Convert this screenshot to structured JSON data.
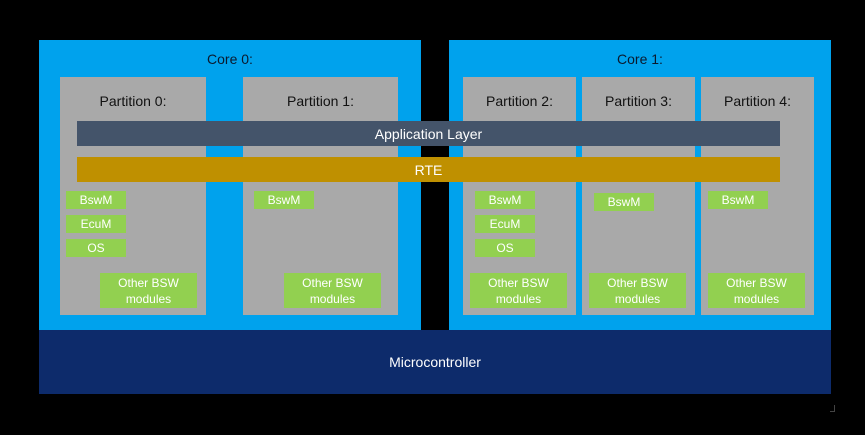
{
  "diagram": {
    "cores": [
      {
        "title": "Core 0:"
      },
      {
        "title": "Core 1:"
      }
    ],
    "partitions": [
      {
        "title": "Partition 0:",
        "modules": [
          "BswM",
          "EcuM",
          "OS"
        ],
        "other": "Other BSW modules"
      },
      {
        "title": "Partition 1:",
        "modules": [
          "BswM"
        ],
        "other": "Other BSW modules"
      },
      {
        "title": "Partition 2:",
        "modules": [
          "BswM",
          "EcuM",
          "OS"
        ],
        "other": "Other BSW modules"
      },
      {
        "title": "Partition 3:",
        "modules": [
          "BswM"
        ],
        "other": "Other BSW modules"
      },
      {
        "title": "Partition 4:",
        "modules": [
          "BswM"
        ],
        "other": "Other BSW modules"
      }
    ],
    "application_layer": "Application Layer",
    "rte": "RTE",
    "microcontroller": "Microcontroller",
    "colors": {
      "core": "#00a2ed",
      "partition": "#a9a9a9",
      "module": "#92d050",
      "application_layer": "#44546a",
      "rte": "#bf9000",
      "microcontroller": "#0d2b6b"
    }
  }
}
